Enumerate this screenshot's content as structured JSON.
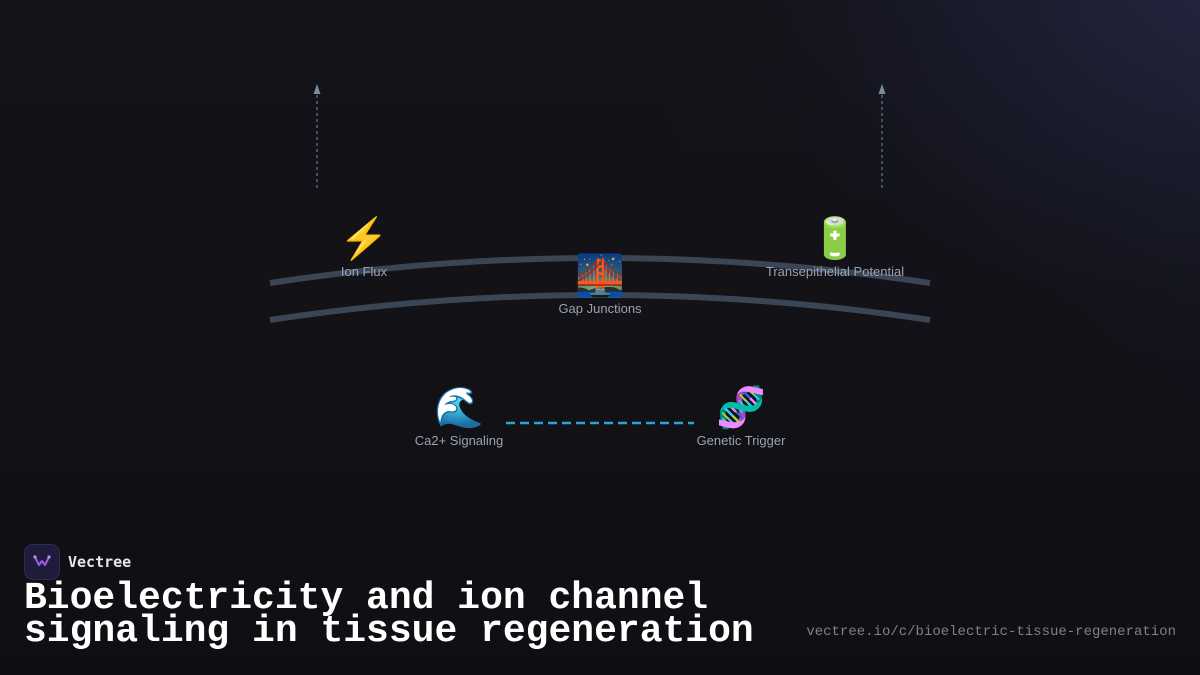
{
  "brand": {
    "name": "Vectree",
    "logo_icon": "vectree-logo-icon"
  },
  "title": "Bioelectricity and ion channel signaling in tissue regeneration",
  "url": "vectree.io/c/bioelectric-tissue-regeneration",
  "diagram": {
    "nodes": [
      {
        "id": "ion-flux",
        "icon": "⚡",
        "label": "Ion Flux"
      },
      {
        "id": "gap-junctions",
        "icon": "🌉",
        "label": "Gap Junctions"
      },
      {
        "id": "transepithelial-potential",
        "icon": "🔋",
        "label": "Transepithelial Potential"
      },
      {
        "id": "ca2-signaling",
        "icon": "🌊",
        "label": "Ca2+ Signaling"
      },
      {
        "id": "genetic-trigger",
        "icon": "🧬",
        "label": "Genetic Trigger"
      }
    ],
    "connections": [
      {
        "from": "ca2-signaling",
        "to": "genetic-trigger",
        "style": "dashed",
        "color": "#2aa3d8"
      }
    ],
    "membrane_color": "#3a4656",
    "arrow_color": "#7d8aa0"
  },
  "colors": {
    "background": "#111116",
    "accent": "#2aa3d8",
    "logo_purple": "#9b5de5"
  }
}
